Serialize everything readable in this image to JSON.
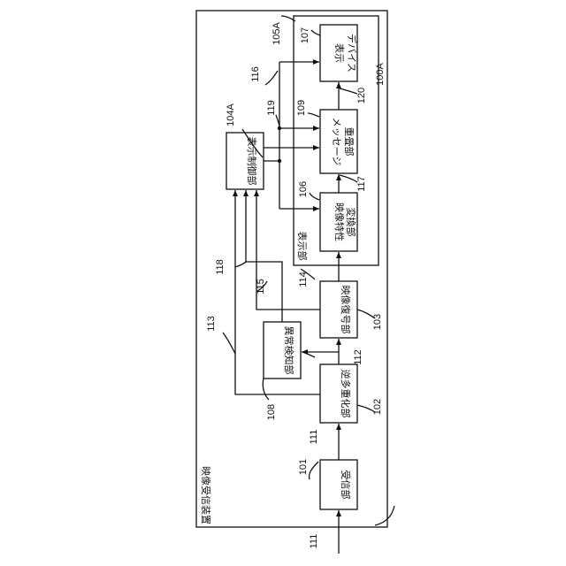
{
  "diagram": {
    "labels": {
      "device_name": "映像受信装置",
      "display_section": "表示部",
      "receiver": "受信部",
      "demux": "逆多重化部",
      "anomaly_detector": "異常検知部",
      "video_decoder": "映像復号部",
      "display_control": "表示制御部",
      "video_char_converter": [
        "映像特性",
        "変換部"
      ],
      "message_overlay": [
        "メッセージ",
        "重畳部"
      ],
      "display_device": [
        "表示",
        "デバイス"
      ]
    },
    "refs": {
      "device": "100A",
      "receiver": "101",
      "demux": "102",
      "video_decoder": "103",
      "display_control": "104A",
      "display_section": "105A",
      "video_char_converter": "106",
      "display_device": "107",
      "anomaly_detector": "108",
      "message_overlay": "109",
      "input_signal": "111",
      "stream_signal": "111",
      "s112": "112",
      "s113": "113",
      "s114": "114",
      "s115": "115",
      "s116": "116",
      "s117": "117",
      "s118": "118",
      "s119": "119",
      "s120": "120"
    }
  }
}
